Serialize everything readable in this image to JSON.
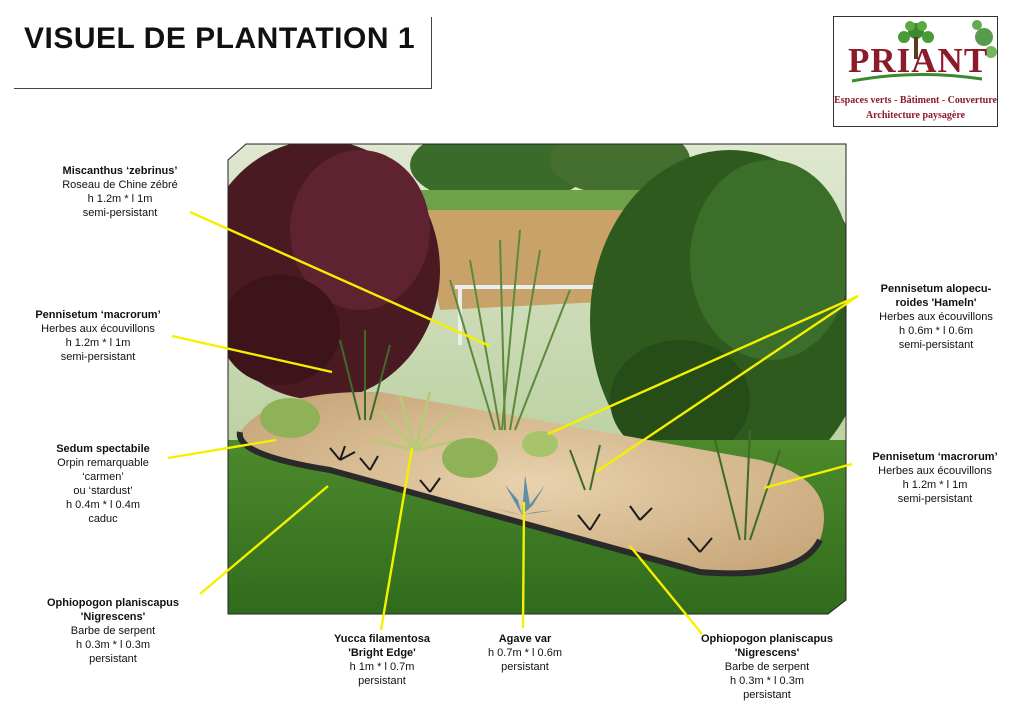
{
  "title": "VISUEL DE PLANTATION 1",
  "logo": {
    "name": "PRIANT",
    "subtitle_1": "Espaces verts - Bâtiment - Couverture",
    "subtitle_2": "Architecture paysagère"
  },
  "colors": {
    "leader": "#f6f000",
    "logo_red": "#8b1a2a",
    "logo_green": "#3c8a2e"
  },
  "labels": [
    {
      "id": "miscanthus",
      "name": "Miscanthus ‘zebrinus’",
      "lines": [
        "Roseau de Chine zébré",
        "h 1.2m * l 1m",
        "semi-persistant"
      ]
    },
    {
      "id": "pennisetum-macrorum-left",
      "name": "Pennisetum ‘macrorum’",
      "lines": [
        "Herbes aux écouvillons",
        "h 1.2m * l 1m",
        "semi-persistant"
      ]
    },
    {
      "id": "sedum",
      "name": "Sedum spectabile",
      "lines": [
        "Orpin remarquable",
        "‘carmen’",
        "ou ‘stardust’",
        "h 0.4m * l 0.4m",
        "caduc"
      ]
    },
    {
      "id": "ophiopogon-left",
      "name": "Ophiopogon planiscapus",
      "name2": "'Nigrescens'",
      "lines": [
        "Barbe de serpent",
        "h 0.3m * l 0.3m",
        "persistant"
      ]
    },
    {
      "id": "yucca",
      "name": "Yucca filamentosa",
      "name2": "'Bright Edge'",
      "lines": [
        "h 1m * l 0.7m",
        "persistant"
      ]
    },
    {
      "id": "agave",
      "name": "Agave var",
      "lines": [
        "h 0.7m * l 0.6m",
        "persistant"
      ]
    },
    {
      "id": "ophiopogon-right",
      "name": "Ophiopogon planiscapus",
      "name2": "'Nigrescens'",
      "lines": [
        "Barbe de serpent",
        "h 0.3m * l 0.3m",
        "persistant"
      ]
    },
    {
      "id": "pennisetum-hameln",
      "name": "Pennisetum alopecu-",
      "name2": "roides 'Hameln'",
      "lines": [
        "Herbes aux écouvillons",
        "h 0.6m * l 0.6m",
        "semi-persistant"
      ]
    },
    {
      "id": "pennisetum-macrorum-right",
      "name": "Pennisetum ‘macrorum’",
      "lines": [
        "Herbes aux écouvillons",
        "h 1.2m * l 1m",
        "semi-persistant"
      ]
    }
  ]
}
